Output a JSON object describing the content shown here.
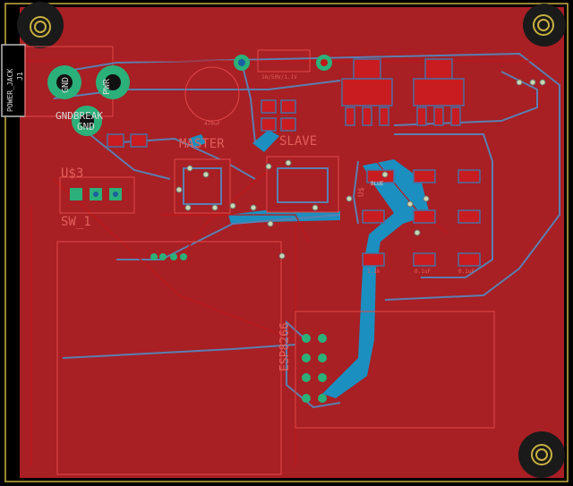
{
  "board": {
    "colors": {
      "copper_top": "#a81f24",
      "copper_bottom": "#1b8fc0",
      "pad": "#2bb07a",
      "silk": "#d8d8d8",
      "outline": "#c8b040",
      "background": "#000000"
    },
    "labels": {
      "power_jack": "POWER_JACK",
      "jack_ref": "J1",
      "pad_gnd": "GND",
      "pad_pwr": "PWR",
      "gndbreak": "GNDBREAK",
      "gndbreak_gnd": "GND",
      "diode_value": "1A/50V/1.1V",
      "cap_value": "470uF",
      "master": "MASTER",
      "slave": "SLAVE",
      "switch_ref": "U$3",
      "switch_name": "SW_1",
      "esp": "ESP8266",
      "led_blue": "BLUE",
      "r_value_1": "1.1k",
      "r_value_2": "0.1uF",
      "r_value_3": "0.1uF",
      "u_ref": "U$"
    }
  }
}
